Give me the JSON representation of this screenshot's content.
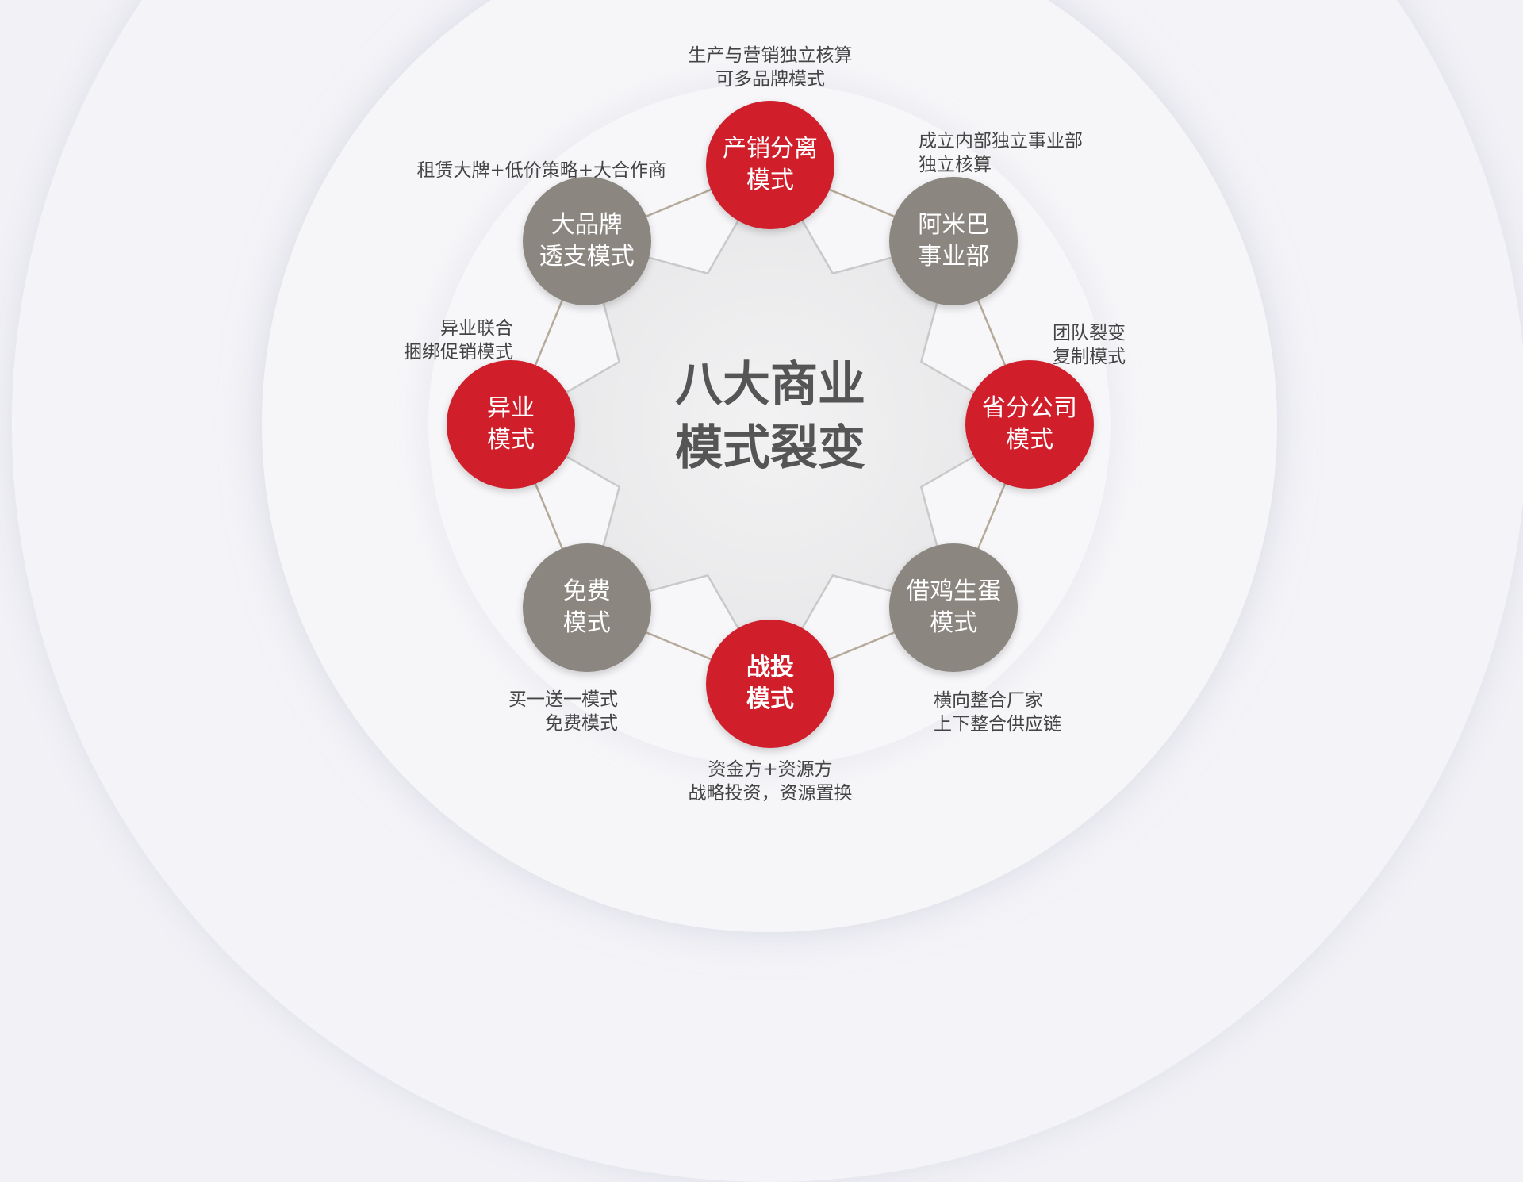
{
  "title": [
    "八大商业",
    "模式裂变"
  ],
  "colors": {
    "red": "#d01f2b",
    "gray": "#8b867f",
    "line": "#b5aa9a"
  },
  "nodes": [
    {
      "name": [
        "产销分离",
        "模式"
      ],
      "color": "red",
      "desc": [
        "生产与营销独立核算",
        "可多品牌模式"
      ]
    },
    {
      "name": [
        "阿米巴",
        "事业部"
      ],
      "color": "gray",
      "desc": [
        "成立内部独立事业部",
        "独立核算"
      ]
    },
    {
      "name": [
        "省分公司",
        "模式"
      ],
      "color": "red",
      "desc": [
        "团队裂变",
        "复制模式"
      ]
    },
    {
      "name": [
        "借鸡生蛋",
        "模式"
      ],
      "color": "gray",
      "desc": [
        "横向整合厂家",
        "上下整合供应链"
      ]
    },
    {
      "name": [
        "战投",
        "模式"
      ],
      "color": "red",
      "desc": [
        "资金方+资源方",
        "战略投资，资源置换"
      ]
    },
    {
      "name": [
        "免费",
        "模式"
      ],
      "color": "gray",
      "desc": [
        "买一送一模式",
        "免费模式"
      ]
    },
    {
      "name": [
        "异业",
        "模式"
      ],
      "color": "red",
      "desc": [
        "异业联合",
        "捆绑促销模式"
      ]
    },
    {
      "name": [
        "大品牌",
        "透支模式"
      ],
      "color": "gray",
      "desc": [
        "租赁大牌+低价策略+大合作商"
      ]
    }
  ]
}
